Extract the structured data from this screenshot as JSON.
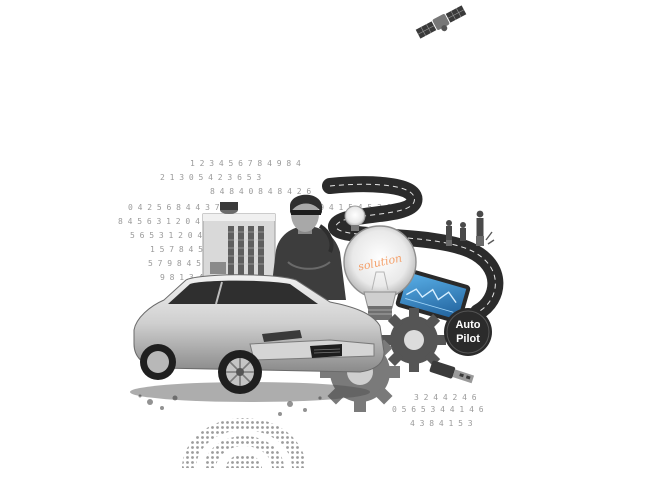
{
  "scene": {
    "description_free": true,
    "bulb_word": "solution",
    "badge_line1": "Auto",
    "badge_line2": "Pilot",
    "digit_rows": [
      "1 2 3 4 5 6 7 8 4 9 8 4",
      "2 1 3 0 5 4 2 3 6 5 3",
      "8 4 8 4 0 8 4 8 4 2 6",
      "0 4 2 5 6 8 4 4 3 7 1",
      "8 4 5 6 3 1 2 0 4 8",
      "5 6 5 3 1 2 0 4 8 6 3",
      "1 5 7 8 4 5 1 2 0 3 8",
      "5 7 9 8 4 5 2 6 3 3",
      "9 8 1 3 4 0 3 6 7 4 2",
      "4 4 9 4 1 5 4 5 2 9"
    ],
    "digit_rows_bottom": [
      "0 5 6 5 3 4 4 1 4 6",
      "3 2 4 4 2 4 6",
      "4 3 8 4 1 5 3"
    ],
    "colors": {
      "background": "#ffffff",
      "dark": "#2b2b2b",
      "mid": "#7a7a7a",
      "light": "#d6d6d6",
      "accent_blue": "#3b8fd0",
      "accent_orange": "#f4a06a"
    },
    "icons": [
      "satellite-icon",
      "car-illustration",
      "server-rack-illustration",
      "robot-woman-illustration",
      "road-illustration",
      "light-bulb-illustration",
      "gear-icon",
      "tablet-illustration",
      "people-figures-illustration",
      "wifi-signal-icon",
      "usb-plug-illustration",
      "autopilot-badge"
    ]
  }
}
